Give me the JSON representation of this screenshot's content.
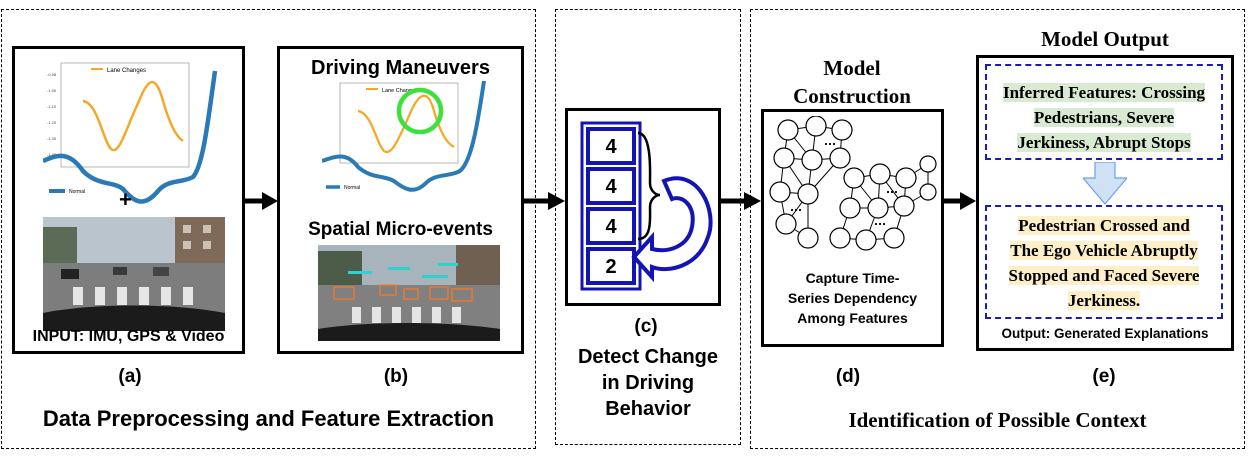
{
  "sections": {
    "preprocessing_title": "Data Preprocessing and Feature Extraction",
    "context_title": "Identification of Possible Context"
  },
  "panel_a": {
    "label": "(a)",
    "plus": "+",
    "input_caption": "INPUT: IMU, GPS & Video",
    "inset_legend": "Lane Changes",
    "main_legend": "Normal"
  },
  "panel_b": {
    "label": "(b)",
    "title_maneuvers": "Driving Maneuvers",
    "title_micro": "Spatial Micro-events",
    "inset_legend": "Lane Changes",
    "main_legend": "Normal"
  },
  "panel_c": {
    "label": "(c)",
    "title_line1": "Detect Change",
    "title_line2": "in Driving",
    "title_line3": "Behavior",
    "stack_values": [
      "4",
      "4",
      "4",
      "2"
    ]
  },
  "panel_d": {
    "label": "(d)",
    "title_line1": "Model",
    "title_line2": "Construction",
    "caption_line1": "Capture Time-",
    "caption_line2": "Series Dependency",
    "caption_line3": "Among Features"
  },
  "panel_e": {
    "label": "(e)",
    "title": "Model Output",
    "inferred_line1": "Inferred Features: Crossing",
    "inferred_line2": "Pedestrians, Severe",
    "inferred_line3": "Jerkiness, Abrupt Stops",
    "output_line1": "Pedestrian Crossed and",
    "output_line2": "The Ego Vehicle Abruptly",
    "output_line3": "Stopped and Faced Severe",
    "output_line4": "Jerkiness.",
    "caption": "Output: Generated Explanations"
  },
  "colors": {
    "series_blue": "#2a7ab8",
    "series_orange": "#f5a623",
    "highlight_circle": "#3ee03e",
    "stack_blue": "#1414b4",
    "dashed_box_blue": "#1a1ab8",
    "arrow_fill": "#cfe2f3"
  }
}
